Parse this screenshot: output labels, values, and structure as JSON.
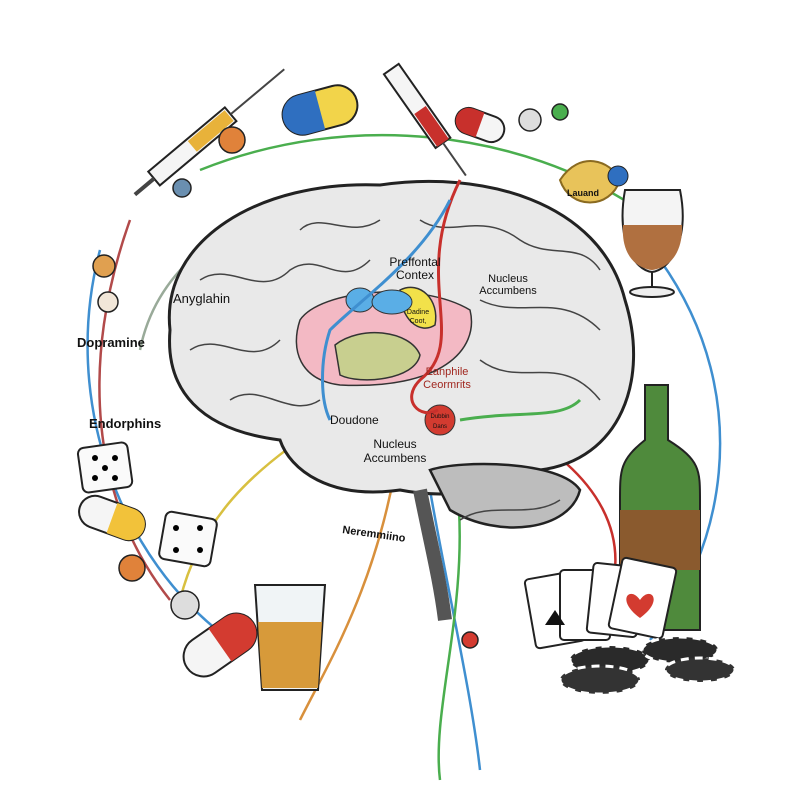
{
  "labels": {
    "prefrontal_cortex_1": "Preffontal",
    "prefrontal_cortex_2": "Contex",
    "nucleus_accumbens_top_1": "Nucleus",
    "nucleus_accumbens_top_2": "Accumbens",
    "amygdala": "Anyglahin",
    "dopamine": "Dopramine",
    "endorphins": "Endorphins",
    "dopamine_center": "Doudone",
    "nucleus_accumbens_bottom_1": "Nucleus",
    "nucleus_accumbens_bottom_2": "Accumbens",
    "red_label_1": "Eanphile",
    "red_label_2": "Ceormrits",
    "neuron_tag": "Lauand",
    "neural_path": "Neremmiino",
    "yellow_region_1": "Dadine",
    "yellow_region_2": "Coot,",
    "red_node_1": "Dubbin",
    "red_node_2": "Dans"
  },
  "colors": {
    "brain": "#e9e9e9",
    "outline": "#222222",
    "limbic_pink": "#f3b9c4",
    "limbic_green": "#c8cf8f",
    "blue_nerve": "#3f8fd0",
    "red_nerve": "#c8302c",
    "green_nerve": "#4aae4e",
    "orange_nerve": "#d8903c",
    "wine": "#b07040",
    "bottle": "#4f8a3c"
  },
  "icons": [
    "syringe-icon",
    "capsule-icon",
    "dice-icon",
    "wine-glass-icon",
    "bottle-icon",
    "playing-cards-icon",
    "poker-chips-icon",
    "shot-glass-icon",
    "neuron-icon"
  ]
}
